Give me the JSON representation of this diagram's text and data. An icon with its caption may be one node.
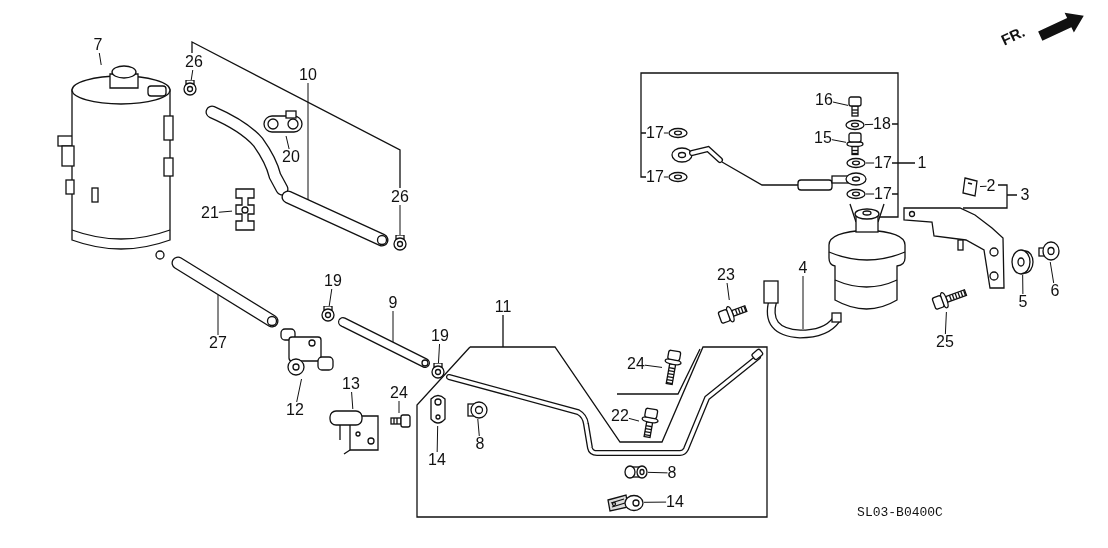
{
  "diagram": {
    "nodes": [
      {
        "text": [
          "7"
        ]
      },
      {
        "text": [],
        "shape": "picture"
      },
      {
        "text": [
          "26"
        ]
      },
      {
        "text": [],
        "shape": "picture"
      },
      {
        "text": [
          "10"
        ]
      },
      {
        "text": [],
        "shape": "picture"
      },
      {
        "text": [
          "20"
        ]
      },
      {
        "text": [],
        "shape": "picture"
      },
      {
        "text": [
          "21"
        ]
      },
      {
        "text": [],
        "shape": "picture"
      },
      {
        "text": [
          "26"
        ]
      },
      {
        "text": [],
        "shape": "picture"
      },
      {
        "text": [
          "27"
        ]
      },
      {
        "text": [],
        "shape": "picture"
      },
      {
        "text": [
          "19"
        ]
      },
      {
        "text": [],
        "shape": "picture"
      },
      {
        "text": [
          "9"
        ]
      },
      {
        "text": [],
        "shape": "picture"
      },
      {
        "text": [
          "19"
        ]
      },
      {
        "text": [],
        "shape": "picture"
      },
      {
        "text": [
          "12"
        ]
      },
      {
        "text": [],
        "shape": "picture"
      },
      {
        "text": [
          "13"
        ]
      },
      {
        "text": [],
        "shape": "picture"
      },
      {
        "text": [
          "24"
        ]
      },
      {
        "text": [],
        "shape": "picture"
      },
      {
        "text": [
          "14"
        ]
      },
      {
        "text": [],
        "shape": "picture"
      },
      {
        "text": [
          "8"
        ]
      },
      {
        "text": [],
        "shape": "picture"
      },
      {
        "text": [
          "24"
        ]
      },
      {
        "text": [],
        "shape": "picture"
      },
      {
        "text": [
          "22"
        ]
      },
      {
        "text": [],
        "shape": "picture"
      },
      {
        "text": [
          "8"
        ]
      },
      {
        "text": [],
        "shape": "picture"
      },
      {
        "text": [
          "14"
        ]
      },
      {
        "text": [],
        "shape": "picture"
      },
      {
        "text": [
          "23"
        ]
      },
      {
        "text": [],
        "shape": "picture"
      },
      {
        "text": [
          "4"
        ]
      },
      {
        "text": [],
        "shape": "picture"
      },
      {
        "text": [
          "16"
        ]
      },
      {
        "text": [],
        "shape": "picture"
      },
      {
        "text": [
          "17"
        ]
      },
      {
        "text": [],
        "shape": "picture"
      },
      {
        "text": [
          "18"
        ]
      },
      {
        "text": [],
        "shape": "picture"
      },
      {
        "text": [
          "15"
        ]
      },
      {
        "text": [],
        "shape": "picture"
      },
      {
        "text": [
          "17"
        ]
      },
      {
        "text": [],
        "shape": "picture"
      },
      {
        "text": [
          "17"
        ]
      },
      {
        "text": [],
        "shape": "picture"
      },
      {
        "text": [
          "17"
        ]
      },
      {
        "text": [],
        "shape": "picture"
      },
      {
        "text": [
          "2"
        ]
      },
      {
        "text": [],
        "shape": "picture"
      },
      {
        "text": [
          "5"
        ]
      },
      {
        "text": [],
        "shape": "picture"
      },
      {
        "text": [
          "6"
        ]
      },
      {
        "text": [],
        "shape": "picture"
      },
      {
        "text": [
          "25"
        ]
      },
      {
        "text": [],
        "shape": "picture"
      }
    ],
    "edges": [
      {
        "from": 0,
        "to": 1,
        "arrow": "none"
      },
      {
        "from": 2,
        "to": 3,
        "arrow": "none"
      },
      {
        "from": 4,
        "to": 5,
        "arrow": "none"
      },
      {
        "from": 6,
        "to": 7,
        "arrow": "none"
      },
      {
        "from": 8,
        "to": 9,
        "arrow": "none"
      },
      {
        "from": 10,
        "to": 11,
        "arrow": "none"
      },
      {
        "from": 12,
        "to": 13,
        "arrow": "none"
      },
      {
        "from": 14,
        "to": 15,
        "arrow": "none"
      },
      {
        "from": 16,
        "to": 17,
        "arrow": "none"
      },
      {
        "from": 18,
        "to": 19,
        "arrow": "none"
      },
      {
        "from": 20,
        "to": 21,
        "arrow": "none"
      },
      {
        "from": 22,
        "to": 23,
        "arrow": "none"
      },
      {
        "from": 24,
        "to": 25,
        "arrow": "none"
      },
      {
        "from": 26,
        "to": 27,
        "arrow": "none"
      },
      {
        "from": 28,
        "to": 29,
        "arrow": "none"
      },
      {
        "from": 30,
        "to": 31,
        "arrow": "none"
      },
      {
        "from": 32,
        "to": 33,
        "arrow": "none"
      },
      {
        "from": 34,
        "to": 35,
        "arrow": "none"
      },
      {
        "from": 36,
        "to": 37,
        "arrow": "none"
      },
      {
        "from": 38,
        "to": 39,
        "arrow": "none"
      },
      {
        "from": 40,
        "to": 41,
        "arrow": "none"
      },
      {
        "from": 42,
        "to": 43,
        "arrow": "none"
      },
      {
        "from": 44,
        "to": 45,
        "arrow": "none"
      },
      {
        "from": 46,
        "to": 47,
        "arrow": "none"
      },
      {
        "from": 48,
        "to": 49,
        "arrow": "none"
      },
      {
        "from": 50,
        "to": 51,
        "arrow": "none"
      },
      {
        "from": 52,
        "to": 53,
        "arrow": "none"
      },
      {
        "from": 54,
        "to": 55,
        "arrow": "none"
      },
      {
        "from": 56,
        "to": 57,
        "arrow": "none"
      },
      {
        "from": 58,
        "to": 59,
        "arrow": "none"
      },
      {
        "from": 60,
        "to": 61,
        "arrow": "none"
      },
      {
        "from": 62,
        "to": 63,
        "arrow": "none"
      }
    ],
    "labels": [
      "FR.",
      "1",
      "3",
      "11",
      "SL03-B0400C"
    ]
  }
}
